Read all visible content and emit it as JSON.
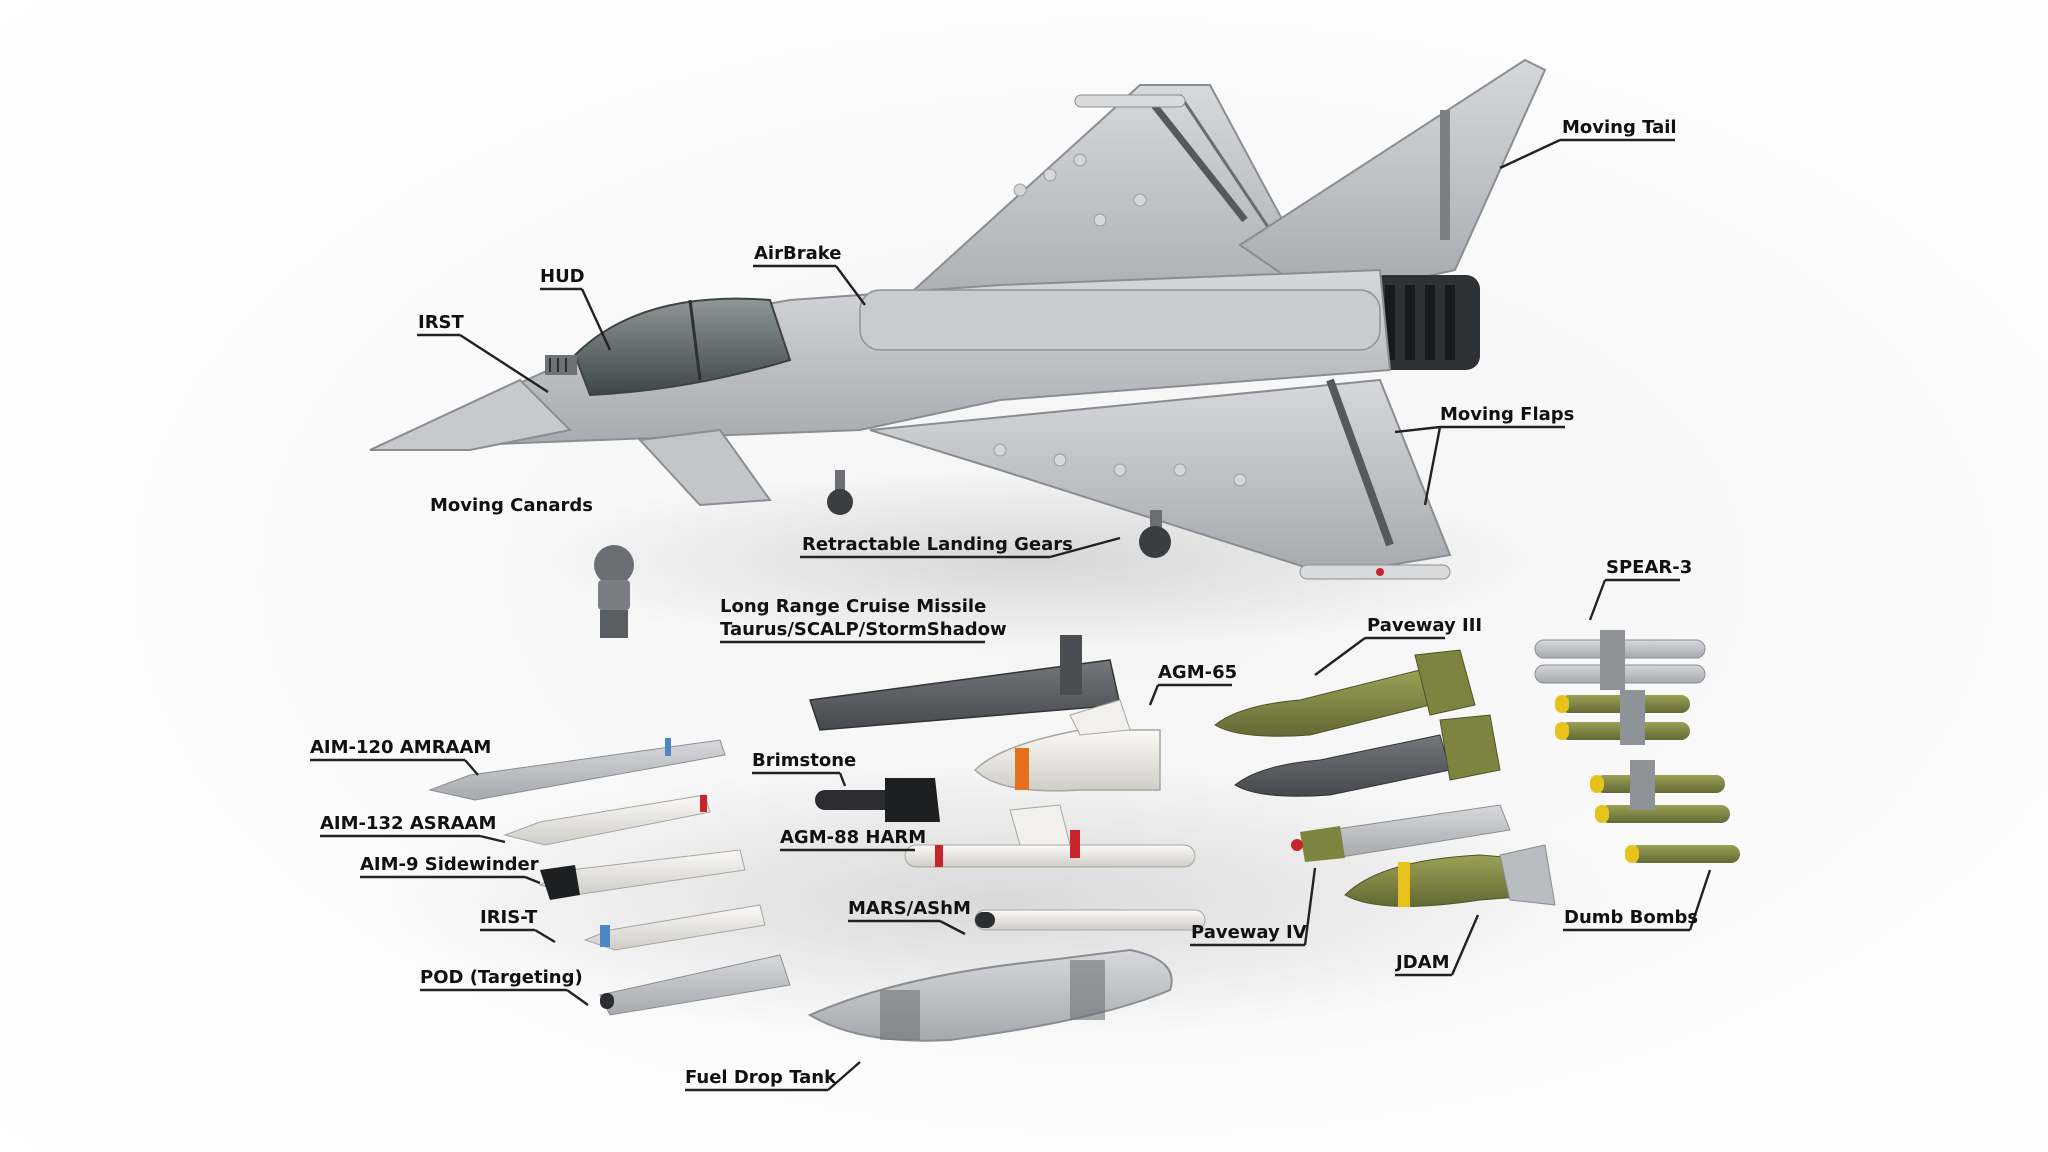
{
  "callouts": {
    "moving_tail": "Moving Tail",
    "airbrake": "AirBrake",
    "hud": "HUD",
    "irst": "IRST",
    "moving_flaps": "Moving Flaps",
    "moving_canards": "Moving Canards",
    "landing_gears": "Retractable Landing Gears",
    "spear3": "SPEAR-3",
    "cruise_missile_line1": "Long Range Cruise Missile",
    "cruise_missile_line2": "Taurus/SCALP/StormShadow",
    "paveway3": "Paveway III",
    "agm65": "AGM-65",
    "aim120": "AIM-120 AMRAAM",
    "brimstone": "Brimstone",
    "aim132": "AIM-132 ASRAAM",
    "agm88": "AGM-88 HARM",
    "aim9": "AIM-9 Sidewinder",
    "mars": "MARS/AShM",
    "iris_t": "IRIS-T",
    "paveway4": "Paveway IV",
    "jdam": "JDAM",
    "dumb_bombs": "Dumb Bombs",
    "pod": "POD (Targeting)",
    "fuel_tank": "Fuel Drop Tank"
  },
  "colors": {
    "background": "#ffffff",
    "airframe_grey": "#b9bcc0",
    "dark_grey": "#5a5d61",
    "olive": "#7d8440",
    "white_part": "#ecebe7",
    "yellow_tip": "#e8c21c",
    "red_band": "#c6262b",
    "orange_band": "#e2701d",
    "blue_band": "#4d86c6"
  }
}
